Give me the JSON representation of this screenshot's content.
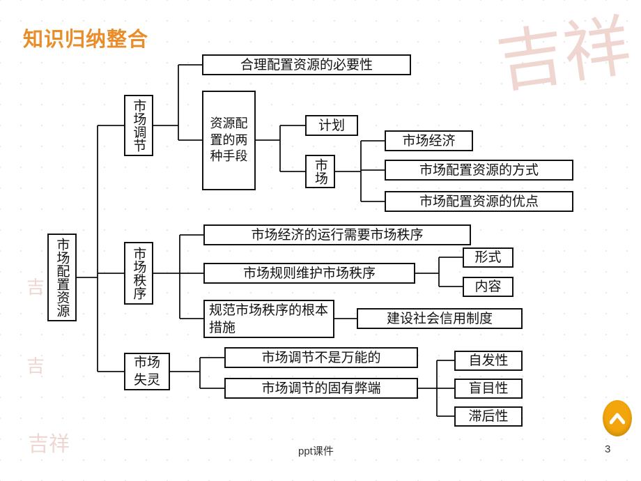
{
  "slide": {
    "title": "知识归纳整合",
    "footer": "ppt课件",
    "page_number": "3",
    "watermark": "吉祥",
    "watermark_small": "吉"
  },
  "diagram": {
    "root": "市场配置资源",
    "branch1": {
      "label": "市场调节",
      "item1": "合理配置资源的必要性",
      "item2": "资源配置的两种手段",
      "sub_plan": "计划",
      "sub_market": "市场",
      "leaf1": "市场经济",
      "leaf2": "市场配置资源的方式",
      "leaf3": "市场配置资源的优点"
    },
    "branch2": {
      "label": "市场秩序",
      "item1": "市场经济的运行需要市场秩序",
      "item2": "市场规则维护市场秩序",
      "item2_leaf1": "形式",
      "item2_leaf2": "内容",
      "item3": "规范市场秩序的根本措施",
      "item3_leaf": "建设社会信用制度"
    },
    "branch3": {
      "label": "市场失灵",
      "item1": "市场调节不是万能的",
      "item2": "市场调节的固有弊端",
      "leaf1": "自发性",
      "leaf2": "盲目性",
      "leaf3": "滞后性"
    }
  },
  "colors": {
    "title": "#e98d2a",
    "nav_button": "#f2a50c",
    "watermark": "#e9c5bd"
  },
  "icons": {
    "nav": "up-chevron-icon"
  }
}
